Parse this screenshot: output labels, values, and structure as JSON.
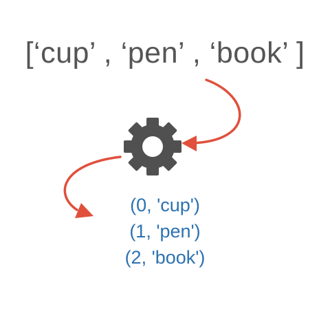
{
  "input_list": "[‘cup’ , ‘pen’ , ‘book’ ]",
  "process_icon": "gear-icon",
  "output_lines": [
    "(0, 'cup')",
    "(1, 'pen')",
    "(2, 'book')"
  ],
  "colors": {
    "input_text": "#555555",
    "gear": "#505050",
    "arrow": "#e0503c",
    "output_text": "#2d72b0"
  }
}
